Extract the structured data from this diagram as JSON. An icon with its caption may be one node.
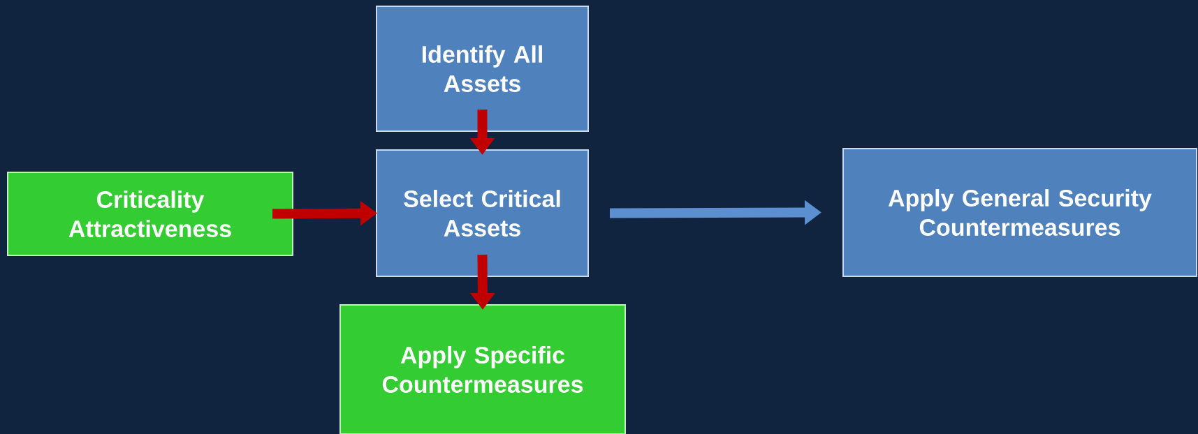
{
  "diagram": {
    "nodes": [
      {
        "text": [
          "Identify All Assets"
        ]
      },
      {
        "text": [
          "Criticality Attractiveness"
        ]
      },
      {
        "text": [
          "Select Critical Assets"
        ]
      },
      {
        "text": [
          "Apply General Security Countermeasures"
        ]
      },
      {
        "text": [
          "Apply Specific Countermeasures"
        ]
      }
    ],
    "edges": [
      {
        "from": 0,
        "to": 2,
        "arrow": "to"
      },
      {
        "from": 1,
        "to": 2,
        "arrow": "to"
      },
      {
        "from": 2,
        "to": 3,
        "arrow": "to",
        "color": "#5b8fd0"
      },
      {
        "from": 2,
        "to": 4,
        "arrow": "to"
      }
    ]
  }
}
